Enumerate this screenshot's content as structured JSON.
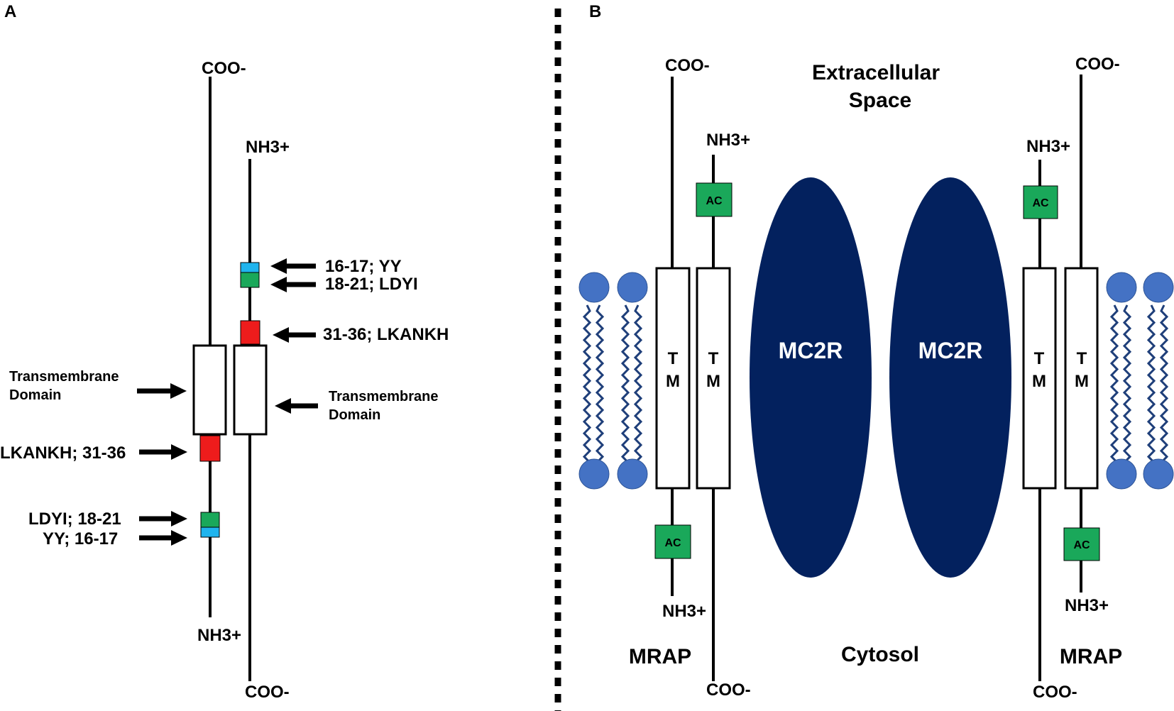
{
  "panel_a": {
    "letter": "A",
    "monomer_left": {
      "c_term": "COO-",
      "n_term": "NH3+"
    },
    "monomer_right": {
      "n_term": "NH3+",
      "c_term": "COO-"
    },
    "labels": {
      "yy_right": "16-17; YY",
      "ldyi_right": "18-21; LDYI",
      "lkankh_right": "31-36; LKANKH",
      "tm_left_line1": "Transmembrane",
      "tm_left_line2": "Domain",
      "tm_right_line1": "Transmembrane",
      "tm_right_line2": "Domain",
      "lkankh_left": "LKANKH; 31-36",
      "ldyi_left": "LDYI; 18-21",
      "yy_left": "YY; 16-17"
    },
    "colors": {
      "yy": "#1fb4ee",
      "ldyi": "#1aa85a",
      "lkankh": "#ee1c1c"
    }
  },
  "panel_b": {
    "letter": "B",
    "extracellular_line1": "Extracellular",
    "extracellular_line2": "Space",
    "cytosol": "Cytosol",
    "mrap_left": "MRAP",
    "mrap_right": "MRAP",
    "receptor_left": "MC2R",
    "receptor_right": "MC2R",
    "tm_letter_1": "T",
    "tm_letter_2": "M",
    "ac": "AC",
    "left_pair": {
      "outer_top": "COO-",
      "outer_bottom": "NH3+",
      "inner_top": "NH3+",
      "inner_bottom": "COO-"
    },
    "right_pair": {
      "inner_top": "NH3+",
      "inner_bottom": "COO-",
      "outer_top": "COO-",
      "outer_bottom": "NH3+"
    },
    "colors": {
      "receptor": "#03215e",
      "ac": "#1aa85a",
      "lipid_head": "#4472c4",
      "lipid_tail": "#1f3f7a"
    }
  }
}
